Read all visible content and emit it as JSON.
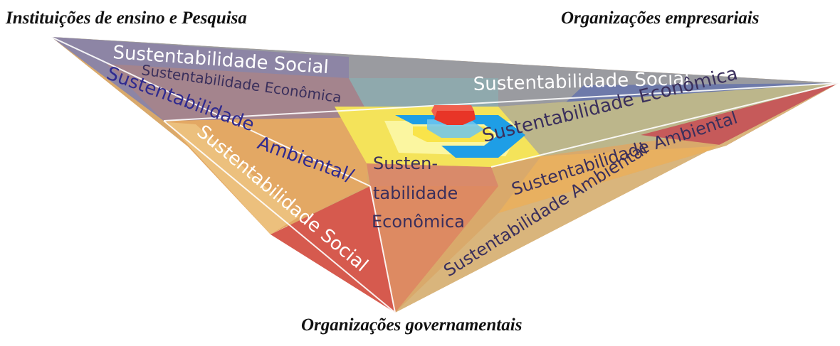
{
  "corners": {
    "left": "Instituições de ensino e Pesquisa",
    "right": "Organizações empresariais",
    "bottom": "Organizações governamentais"
  },
  "labels": {
    "social_top_left": "Sustentabilidade Social",
    "economica_left": "Sustentabilidade Econômica",
    "ambiental_left_a": "Sustentabilidade",
    "ambiental_left_b": "Ambiental/",
    "social_left_bottom": "Sustentabilidade Social",
    "social_top_right": "Sustentabilidade Social",
    "economica_right": "Sustentabilidade Econômica",
    "ambiental_right_upper": "Sustentabilidade Ambiental",
    "ambiental_right_lower": "Sustentabilidade Ambiental",
    "center_line1": "Susten-",
    "center_line2": "tabilidade",
    "center_line3": "Econômica"
  },
  "colors": {
    "gray": "#9a9ba0",
    "blue_gray": "#6f78a8",
    "mauve": "#9c7f8f",
    "purple_gray": "#857aa3",
    "orange_tan": "#e2a764",
    "tan": "#d8b77a",
    "salmon": "#d9835f",
    "red": "#d65a4e",
    "yellow": "#f7e95e",
    "light_yellow": "#fbf6a0",
    "olive": "#bdb78a",
    "sky_blue": "#1e9ee6",
    "core_red": "#e83527",
    "text_white": "#ffffff",
    "text_dark": "#3a2f5c",
    "text_blue": "#2f2a8f"
  }
}
